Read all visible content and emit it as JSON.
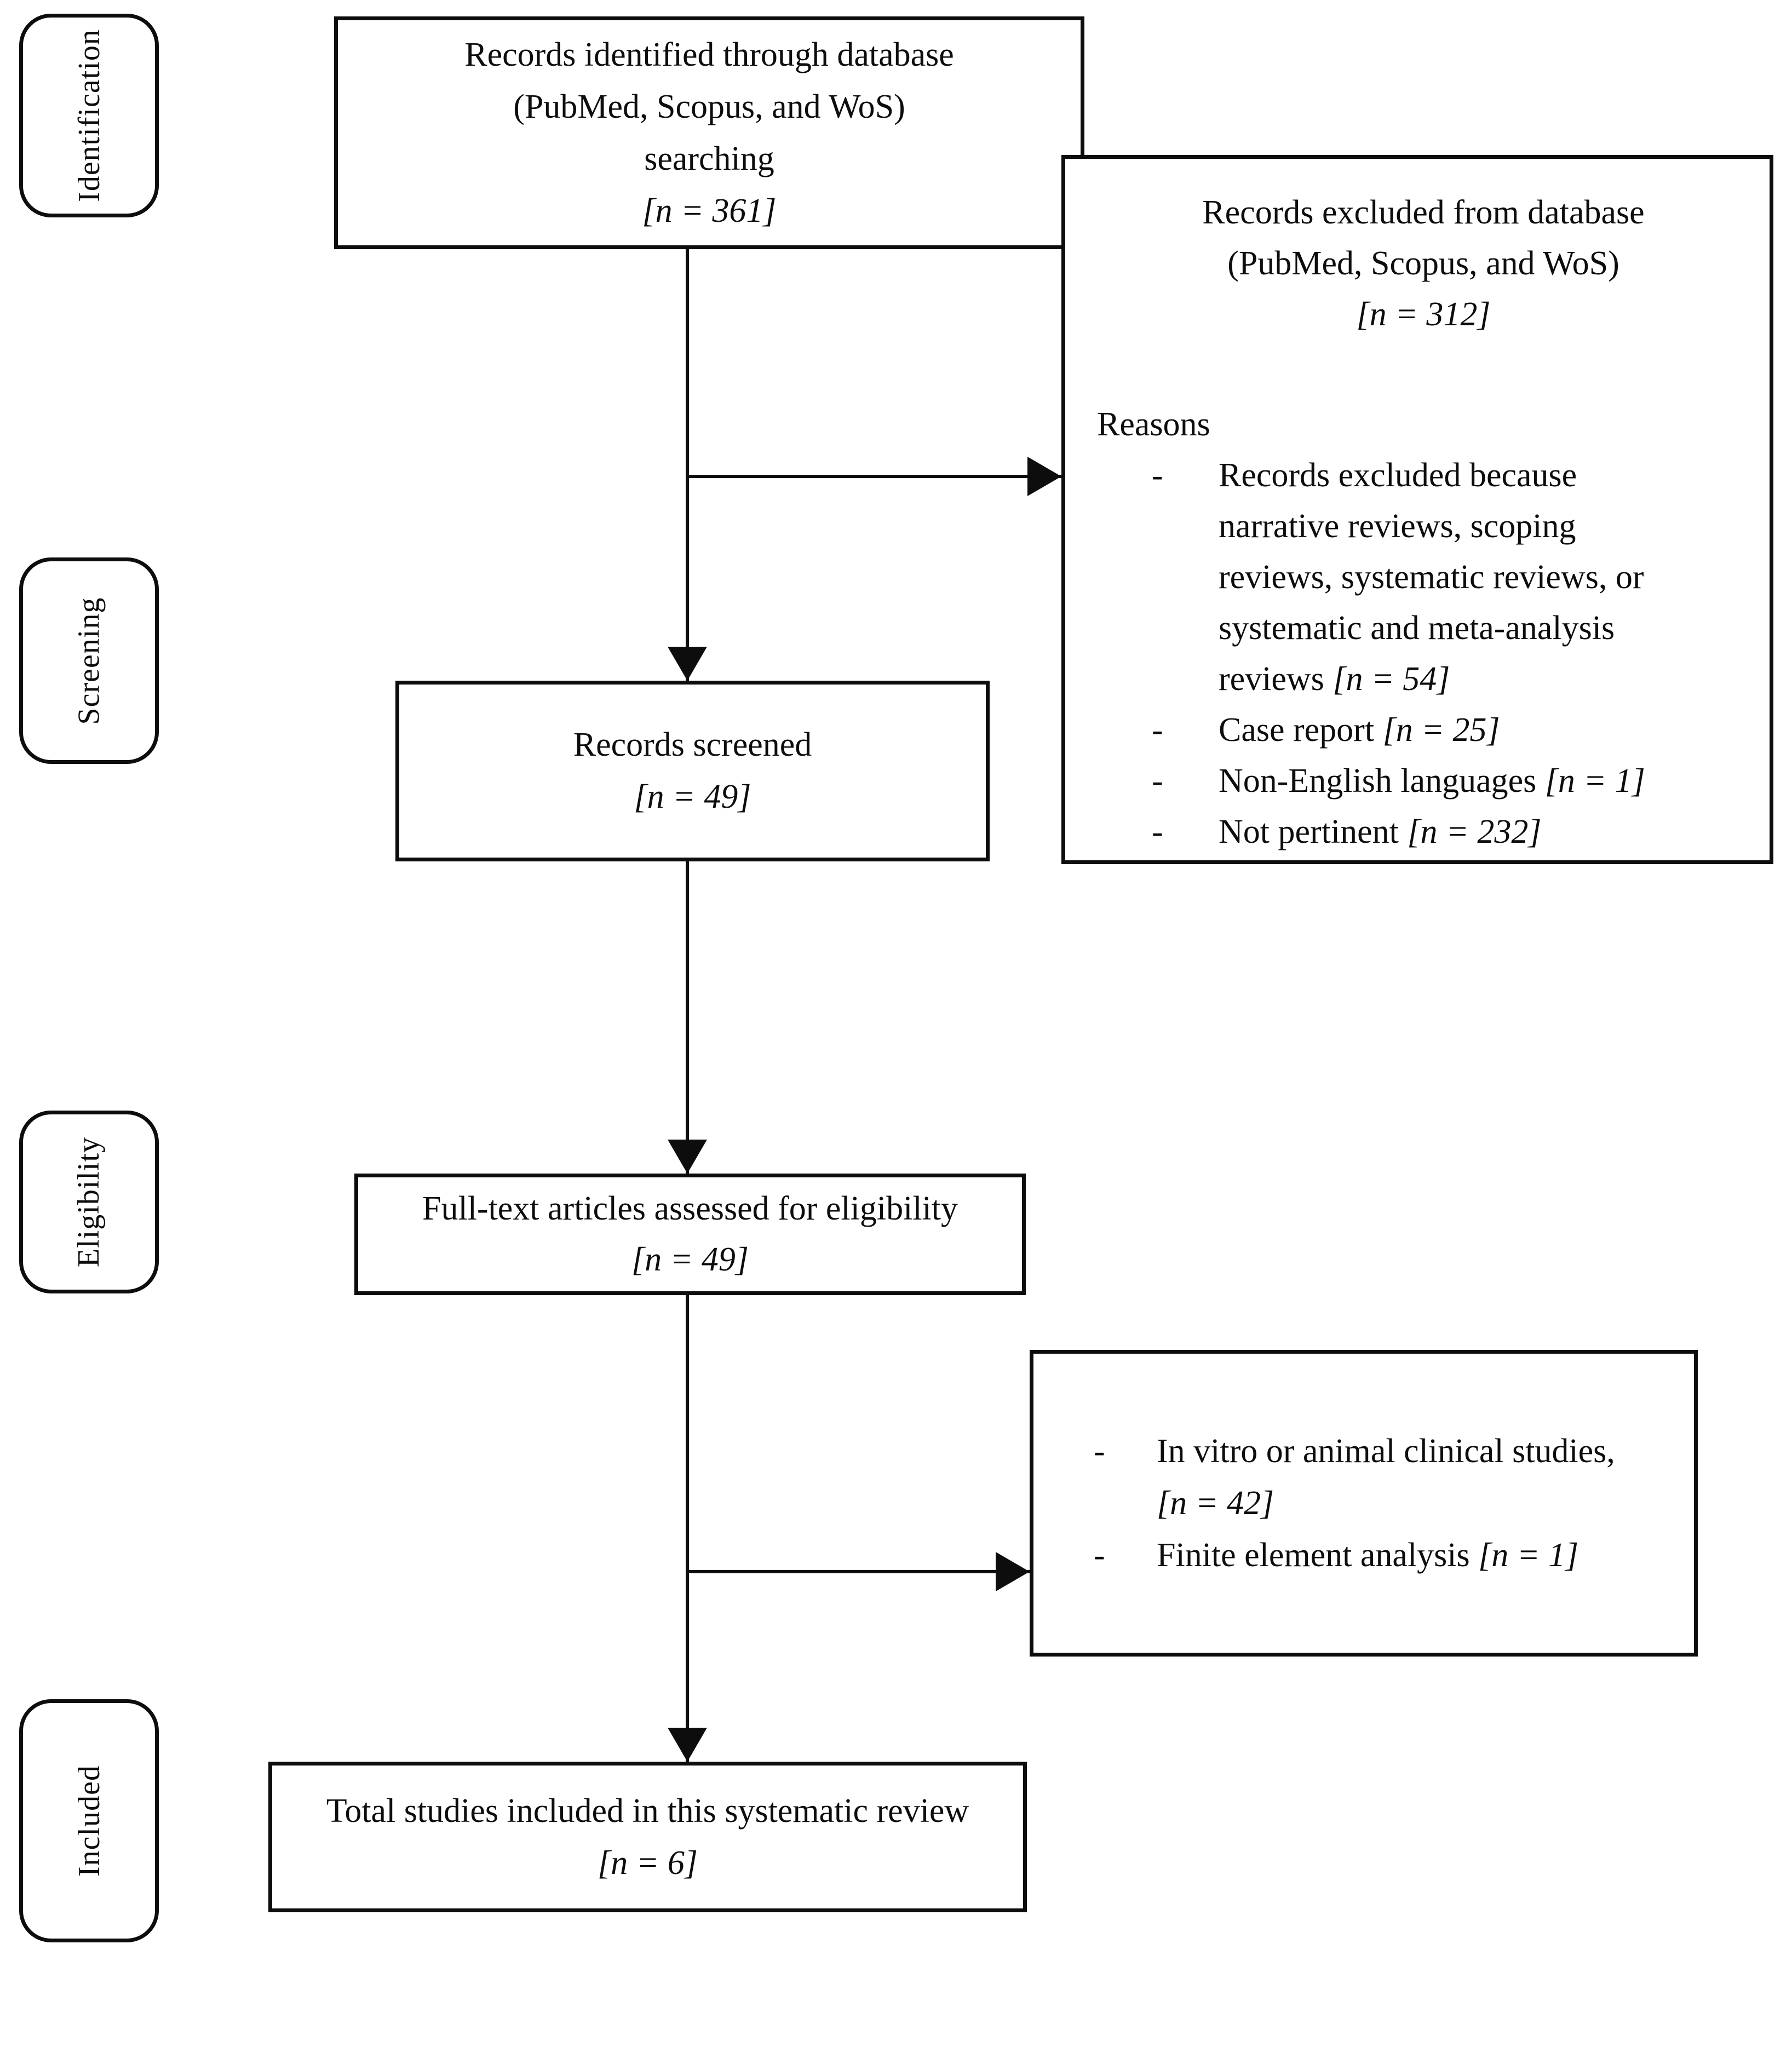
{
  "colors": {
    "ink": "#0d0d0d",
    "background": "#ffffff"
  },
  "bullet_marker": "-",
  "stage_labels": [
    {
      "label": "Identification"
    },
    {
      "label": "Screening"
    },
    {
      "label": "Eligibility"
    },
    {
      "label": "Included"
    }
  ],
  "boxes": {
    "identified": {
      "line1": "Records identified through database",
      "line2": "(PubMed, Scopus, and WoS)",
      "line3": "searching",
      "count": "[n = 361]"
    },
    "excluded_database": {
      "line1": "Records excluded from database",
      "line2": "(PubMed, Scopus, and WoS)",
      "count": "[n = 312]",
      "reasons_heading": "Reasons",
      "reason1": {
        "wrap1": "Records excluded because",
        "wrap2": "narrative reviews, scoping",
        "wrap3": "reviews, systematic reviews, or",
        "wrap4": "systematic and meta-analysis",
        "wrap5": "reviews ",
        "count": "[n = 54]"
      },
      "reason2": {
        "text": "Case report ",
        "count": "[n = 25]"
      },
      "reason3": {
        "text": "Non-English languages ",
        "count": "[n = 1]"
      },
      "reason4": {
        "text": "Not pertinent ",
        "count": "[n = 232]"
      }
    },
    "screened": {
      "line1": "Records screened",
      "count": "[n = 49]"
    },
    "fulltext": {
      "line1": "Full-text articles assessed for eligibility",
      "count": "[n = 49]"
    },
    "excluded_fulltext": {
      "reason1": {
        "text": "In vitro or animal clinical studies,",
        "count": "[n = 42]"
      },
      "reason2": {
        "text": "Finite element analysis ",
        "count": "[n = 1]"
      }
    },
    "included_total": {
      "line1": "Total studies included in this systematic review",
      "count": "[n = 6]"
    }
  }
}
